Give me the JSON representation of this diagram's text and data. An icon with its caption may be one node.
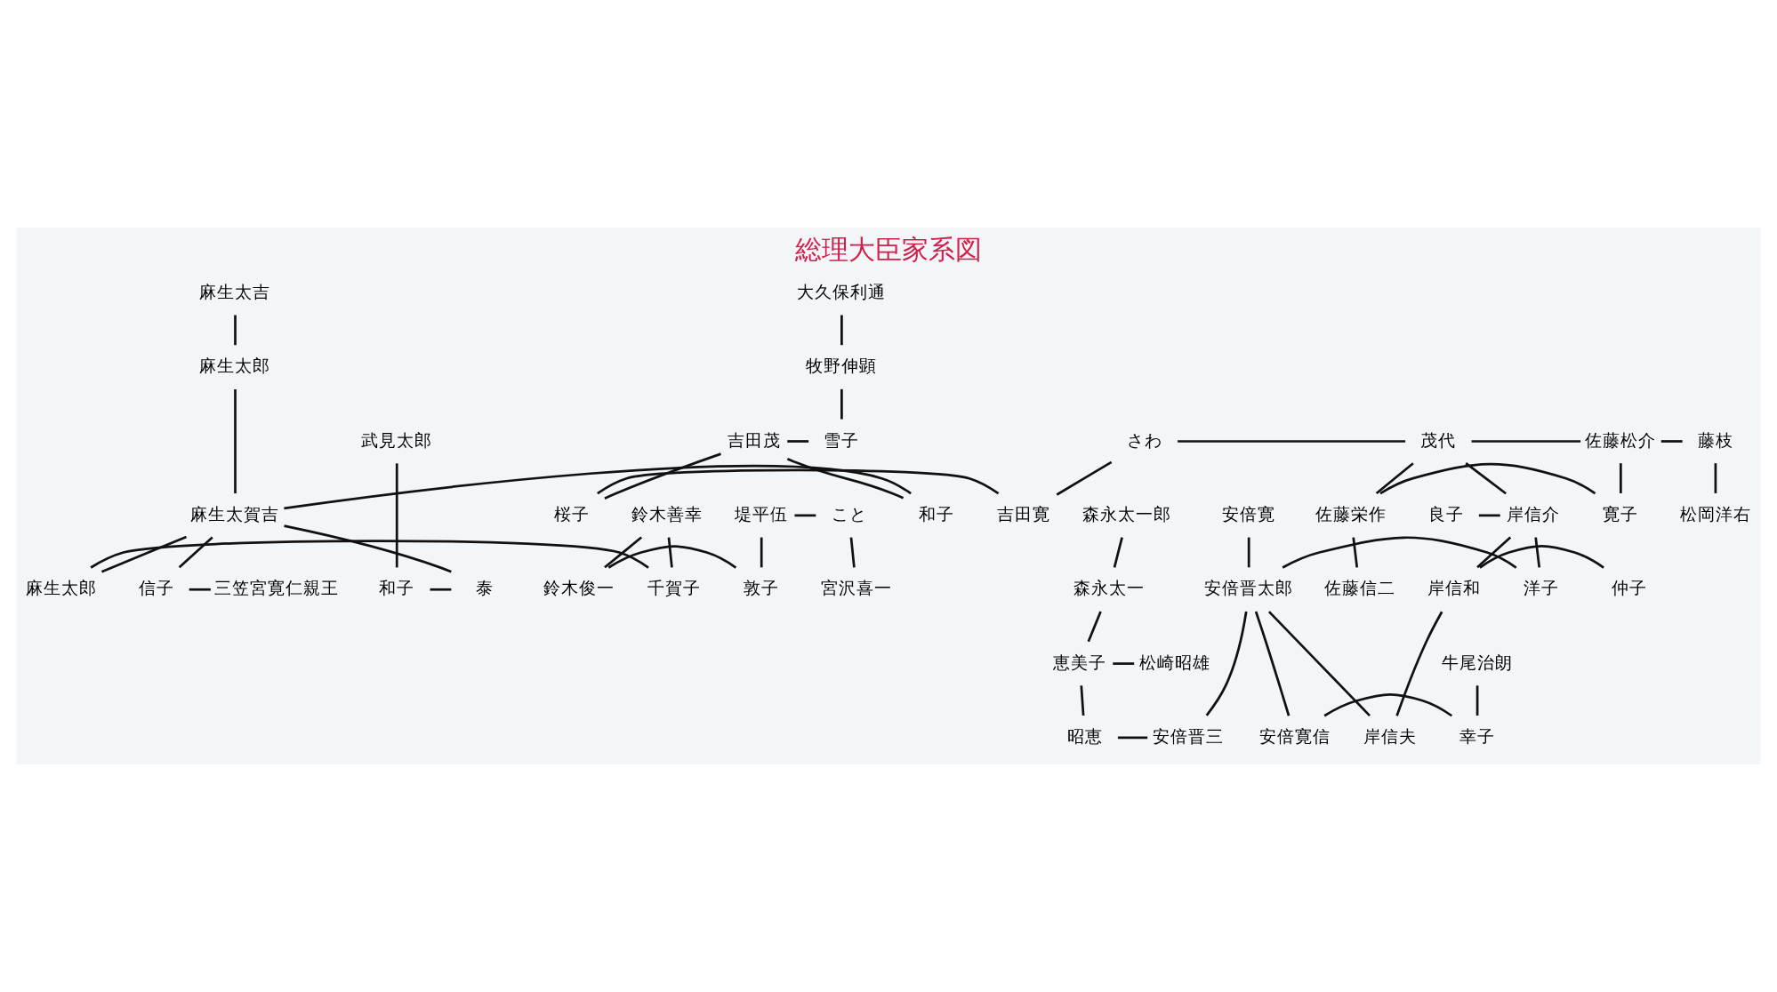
{
  "diagram": {
    "title": "総理大臣家系図",
    "nodes": [
      {
        "text": [
          "麻生太吉"
        ]
      },
      {
        "text": [
          "大久保利通"
        ]
      },
      {
        "text": [
          "牧野伸顕"
        ]
      },
      {
        "text": [
          "麻生太郎"
        ]
      },
      {
        "text": [
          "吉田茂"
        ]
      },
      {
        "text": [
          "雪子"
        ]
      },
      {
        "text": [
          "武見太郎"
        ]
      },
      {
        "text": [
          "さわ"
        ]
      },
      {
        "text": [
          "茂代"
        ]
      },
      {
        "text": [
          "佐藤松介"
        ]
      },
      {
        "text": [
          "藤枝"
        ]
      },
      {
        "text": [
          "松岡洋右"
        ]
      },
      {
        "text": [
          "麻生太賀吉"
        ]
      },
      {
        "text": [
          "和子"
        ]
      },
      {
        "text": [
          "桜子"
        ]
      },
      {
        "text": [
          "吉田寛"
        ]
      },
      {
        "text": [
          "鈴木善幸"
        ]
      },
      {
        "text": [
          "堤平伍"
        ]
      },
      {
        "text": [
          "こと"
        ]
      },
      {
        "text": [
          "和子"
        ]
      },
      {
        "text": [
          "泰"
        ]
      },
      {
        "text": [
          "麻生太郎"
        ]
      },
      {
        "text": [
          "千賀子"
        ]
      },
      {
        "text": [
          "鈴木俊一"
        ]
      },
      {
        "text": [
          "敦子"
        ]
      },
      {
        "text": [
          "宮沢喜一"
        ]
      },
      {
        "text": [
          "信子"
        ]
      },
      {
        "text": [
          "三笠宮寛仁親王"
        ]
      },
      {
        "text": [
          "良子"
        ]
      },
      {
        "text": [
          "岸信介"
        ]
      },
      {
        "text": [
          "佐藤栄作"
        ]
      },
      {
        "text": [
          "寛子"
        ]
      },
      {
        "text": [
          "佐藤信二"
        ]
      },
      {
        "text": [
          "森永太一郎"
        ]
      },
      {
        "text": [
          "安倍寛"
        ]
      },
      {
        "text": [
          "森永太一"
        ]
      },
      {
        "text": [
          "安倍晋太郎"
        ]
      },
      {
        "text": [
          "洋子"
        ]
      },
      {
        "text": [
          "岸信和"
        ]
      },
      {
        "text": [
          "仲子"
        ]
      },
      {
        "text": [
          "恵美子"
        ]
      },
      {
        "text": [
          "松崎昭雄"
        ]
      },
      {
        "text": [
          "牛尾治朗"
        ]
      },
      {
        "text": [
          "昭恵"
        ]
      },
      {
        "text": [
          "安倍晋三"
        ]
      },
      {
        "text": [
          "岸信夫"
        ]
      },
      {
        "text": [
          "安倍寛信"
        ]
      },
      {
        "text": [
          "幸子"
        ]
      }
    ],
    "edges": [
      {
        "from": 0,
        "to": 3,
        "arrow": "none"
      },
      {
        "from": 1,
        "to": 2,
        "arrow": "none"
      },
      {
        "from": 2,
        "to": 5,
        "arrow": "none"
      },
      {
        "from": 3,
        "to": 12,
        "arrow": "none"
      },
      {
        "from": 4,
        "to": 5,
        "arrow": "none"
      },
      {
        "from": 4,
        "to": 13,
        "arrow": "none"
      },
      {
        "from": 4,
        "to": 14,
        "arrow": "none"
      },
      {
        "from": 7,
        "to": 8,
        "arrow": "none"
      },
      {
        "from": 8,
        "to": 9,
        "arrow": "none"
      },
      {
        "from": 9,
        "to": 10,
        "arrow": "none"
      },
      {
        "from": 10,
        "to": 11,
        "arrow": "none"
      },
      {
        "from": 12,
        "to": 13,
        "arrow": "none"
      },
      {
        "from": 14,
        "to": 15,
        "arrow": "none"
      },
      {
        "from": 7,
        "to": 15,
        "arrow": "none"
      },
      {
        "from": 6,
        "to": 19,
        "arrow": "none"
      },
      {
        "from": 12,
        "to": 20,
        "arrow": "none"
      },
      {
        "from": 12,
        "to": 26,
        "arrow": "none"
      },
      {
        "from": 12,
        "to": 21,
        "arrow": "none"
      },
      {
        "from": 16,
        "to": 22,
        "arrow": "none"
      },
      {
        "from": 16,
        "to": 23,
        "arrow": "none"
      },
      {
        "from": 17,
        "to": 18,
        "arrow": "none"
      },
      {
        "from": 17,
        "to": 24,
        "arrow": "none"
      },
      {
        "from": 18,
        "to": 25,
        "arrow": "none"
      },
      {
        "from": 19,
        "to": 20,
        "arrow": "none"
      },
      {
        "from": 21,
        "to": 22,
        "arrow": "none"
      },
      {
        "from": 23,
        "to": 24,
        "arrow": "none"
      },
      {
        "from": 26,
        "to": 27,
        "arrow": "none"
      },
      {
        "from": 8,
        "to": 29,
        "arrow": "none"
      },
      {
        "from": 8,
        "to": 30,
        "arrow": "none"
      },
      {
        "from": 9,
        "to": 31,
        "arrow": "none"
      },
      {
        "from": 28,
        "to": 29,
        "arrow": "none"
      },
      {
        "from": 30,
        "to": 31,
        "arrow": "none"
      },
      {
        "from": 30,
        "to": 32,
        "arrow": "none"
      },
      {
        "from": 29,
        "to": 37,
        "arrow": "none"
      },
      {
        "from": 29,
        "to": 38,
        "arrow": "none"
      },
      {
        "from": 33,
        "to": 35,
        "arrow": "none"
      },
      {
        "from": 34,
        "to": 36,
        "arrow": "none"
      },
      {
        "from": 36,
        "to": 37,
        "arrow": "none"
      },
      {
        "from": 38,
        "to": 39,
        "arrow": "none"
      },
      {
        "from": 35,
        "to": 40,
        "arrow": "none"
      },
      {
        "from": 40,
        "to": 41,
        "arrow": "none"
      },
      {
        "from": 36,
        "to": 44,
        "arrow": "none"
      },
      {
        "from": 36,
        "to": 45,
        "arrow": "none"
      },
      {
        "from": 36,
        "to": 46,
        "arrow": "none"
      },
      {
        "from": 38,
        "to": 45,
        "arrow": "none"
      },
      {
        "from": 40,
        "to": 43,
        "arrow": "none"
      },
      {
        "from": 43,
        "to": 44,
        "arrow": "none"
      },
      {
        "from": 42,
        "to": 47,
        "arrow": "none"
      },
      {
        "from": 46,
        "to": 47,
        "arrow": "none"
      }
    ]
  }
}
